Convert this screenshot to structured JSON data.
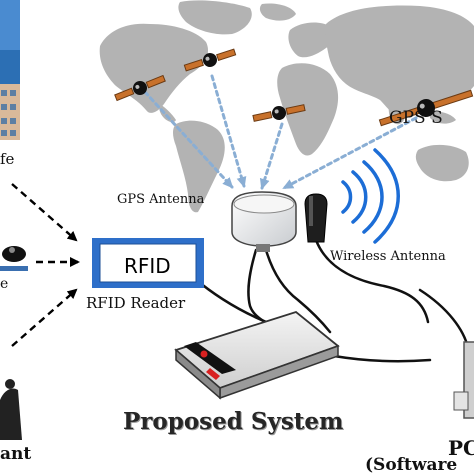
{
  "labels": {
    "gps_satellite": "GPS S",
    "left_top": "fe",
    "left_mid": "e",
    "left_bottom": "ant",
    "gps_antenna": "GPS Antenna",
    "rfid_box": "RFID",
    "rfid_reader": "RFID Reader",
    "wireless_antenna": "Wireless Antenna",
    "proposed_system": "Proposed System",
    "pc": "PC",
    "pc_sub": "(Software"
  },
  "colors": {
    "map_land": "#b3b3b3",
    "building_sky": "#2c6fb4",
    "building_wall": "#d9b99a",
    "signal_arrows": "#8aaed4",
    "dashed_arrows": "#000000",
    "satellite_panel": "#c8712b",
    "rfid_frame": "#2e6fc9",
    "wireless_waves": "#1c6dd6",
    "device_light": "#d92020"
  },
  "icons": {
    "satellite": "gps-satellite-icon",
    "building": "building-photo",
    "gps_antenna": "gps-antenna-icon",
    "wireless": "wireless-antenna-icon",
    "rfid": "rfid-reader-icon",
    "device": "tracking-device-icon",
    "pc": "pc-tower-icon"
  }
}
